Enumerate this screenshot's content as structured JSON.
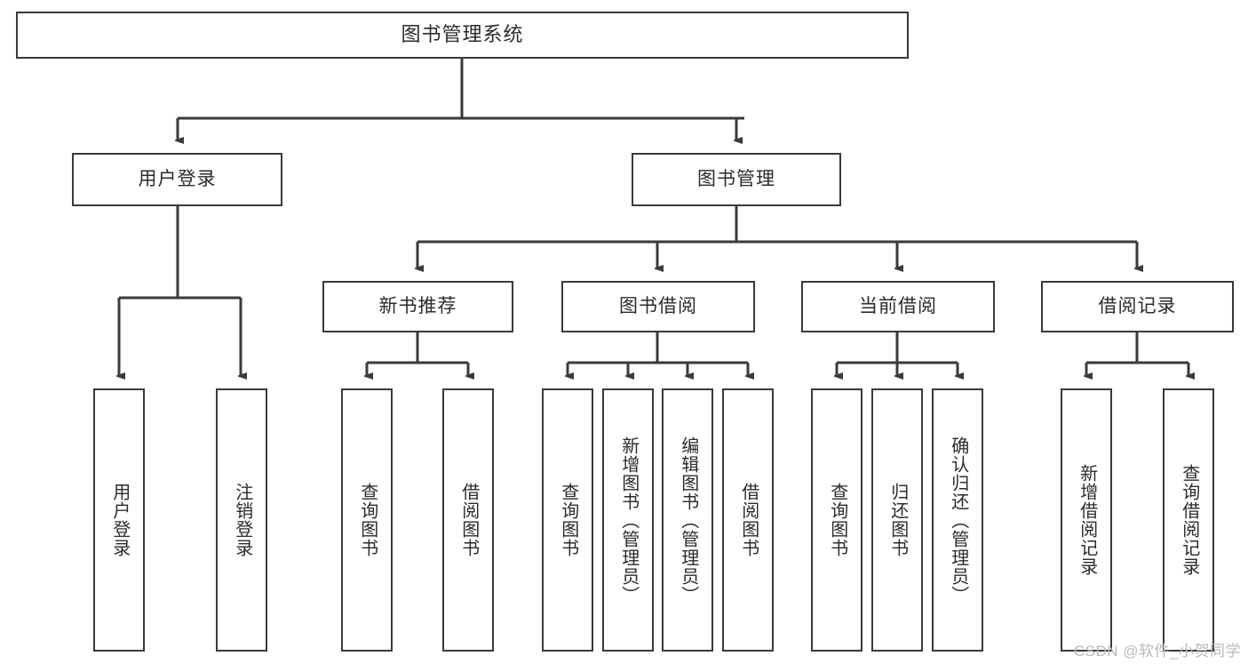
{
  "diagram": {
    "title": "图书管理系统",
    "watermark": "CSDN @软件_小贺同学",
    "colors": {
      "box_border": "#3a3a3a",
      "box_fill": "#ffffff",
      "wire": "#3a3a3a",
      "text": "#2b2b2b",
      "watermark": "#b9b9b9",
      "background": "#ffffff"
    },
    "levels": {
      "root": "图书管理系统",
      "level2": [
        "用户登录",
        "图书管理"
      ],
      "level3": [
        "新书推荐",
        "图书借阅",
        "当前借阅",
        "借阅记录"
      ],
      "level4": [
        "用户登录",
        "注销登录",
        "查询图书",
        "借阅图书",
        "查询图书",
        "新增图书（管理员）",
        "编辑图书（管理员）",
        "借阅图书",
        "查询图书",
        "归还图书",
        "确认归还（管理员）",
        "新增借阅记录",
        "查询借阅记录"
      ]
    },
    "nodes": {
      "root": {
        "label": "图书管理系统"
      },
      "user_login": {
        "label": "用户登录"
      },
      "book_mgmt": {
        "label": "图书管理"
      },
      "new_book_rec": {
        "label": "新书推荐"
      },
      "book_borrow": {
        "label": "图书借阅"
      },
      "current_borrow": {
        "label": "当前借阅"
      },
      "borrow_record": {
        "label": "借阅记录"
      },
      "leaf_user_login": {
        "label": "用户登录"
      },
      "leaf_logout": {
        "label": "注销登录"
      },
      "leaf_query_book_1": {
        "label": "查询图书"
      },
      "leaf_borrow_book_1": {
        "label": "借阅图书"
      },
      "leaf_query_book_2": {
        "label": "查询图书"
      },
      "leaf_add_book": {
        "label": "新增图书（管理员）"
      },
      "leaf_edit_book": {
        "label": "编辑图书（管理员）"
      },
      "leaf_borrow_book_2": {
        "label": "借阅图书"
      },
      "leaf_query_book_3": {
        "label": "查询图书"
      },
      "leaf_return_book": {
        "label": "归还图书"
      },
      "leaf_confirm_return": {
        "label": "确认归还（管理员）"
      },
      "leaf_add_record": {
        "label": "新增借阅记录"
      },
      "leaf_query_record": {
        "label": "查询借阅记录"
      }
    }
  }
}
